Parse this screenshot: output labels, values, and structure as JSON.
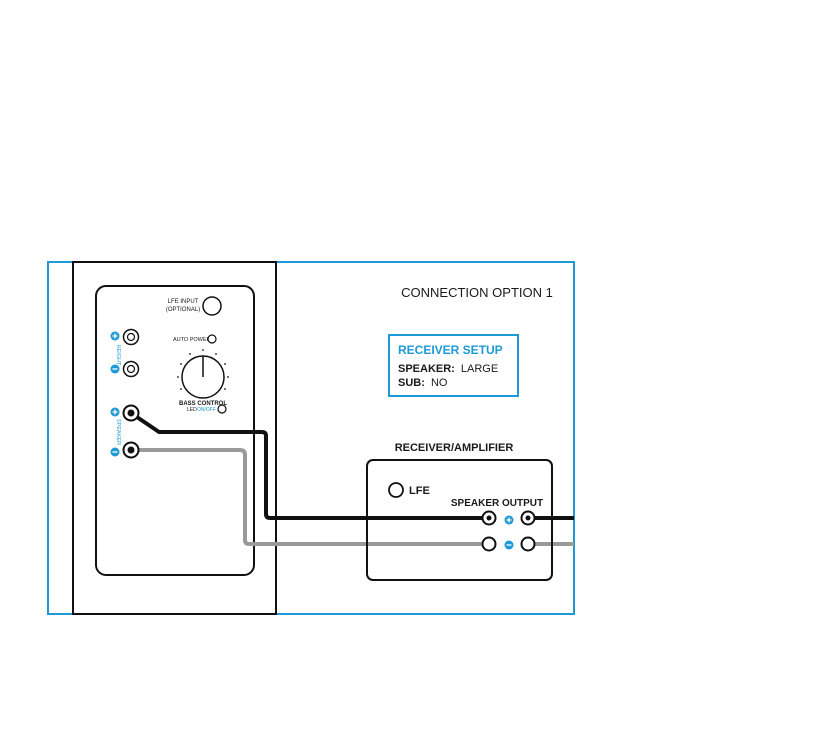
{
  "connection_option": "CONNECTION OPTION 1",
  "receiver_setup": {
    "title": "RECEIVER SETUP",
    "speaker_key": "SPEAKER:",
    "speaker_value": "LARGE",
    "sub_key": "SUB:",
    "sub_value": "NO"
  },
  "receiver": {
    "title": "RECEIVER/AMPLIFIER",
    "lfe": "LFE",
    "speaker_output": "SPEAKER OUTPUT"
  },
  "sub_panel": {
    "lfe_input_line1": "LFE INPUT",
    "lfe_input_line2": "(OPTIONAL)",
    "auto_power": "AUTO POWER",
    "bass_control": "BASS CONTROL",
    "led": "LED",
    "led_state": "ON/OFF",
    "height": "HEIGHT",
    "speaker": "SPEAKER"
  },
  "colors": {
    "frame": "#1e9ad6",
    "cable_positive": "#111111",
    "cable_negative": "#9a9a9a"
  },
  "icons": {
    "positive": "plus-circle-icon",
    "negative": "minus-circle-icon"
  }
}
